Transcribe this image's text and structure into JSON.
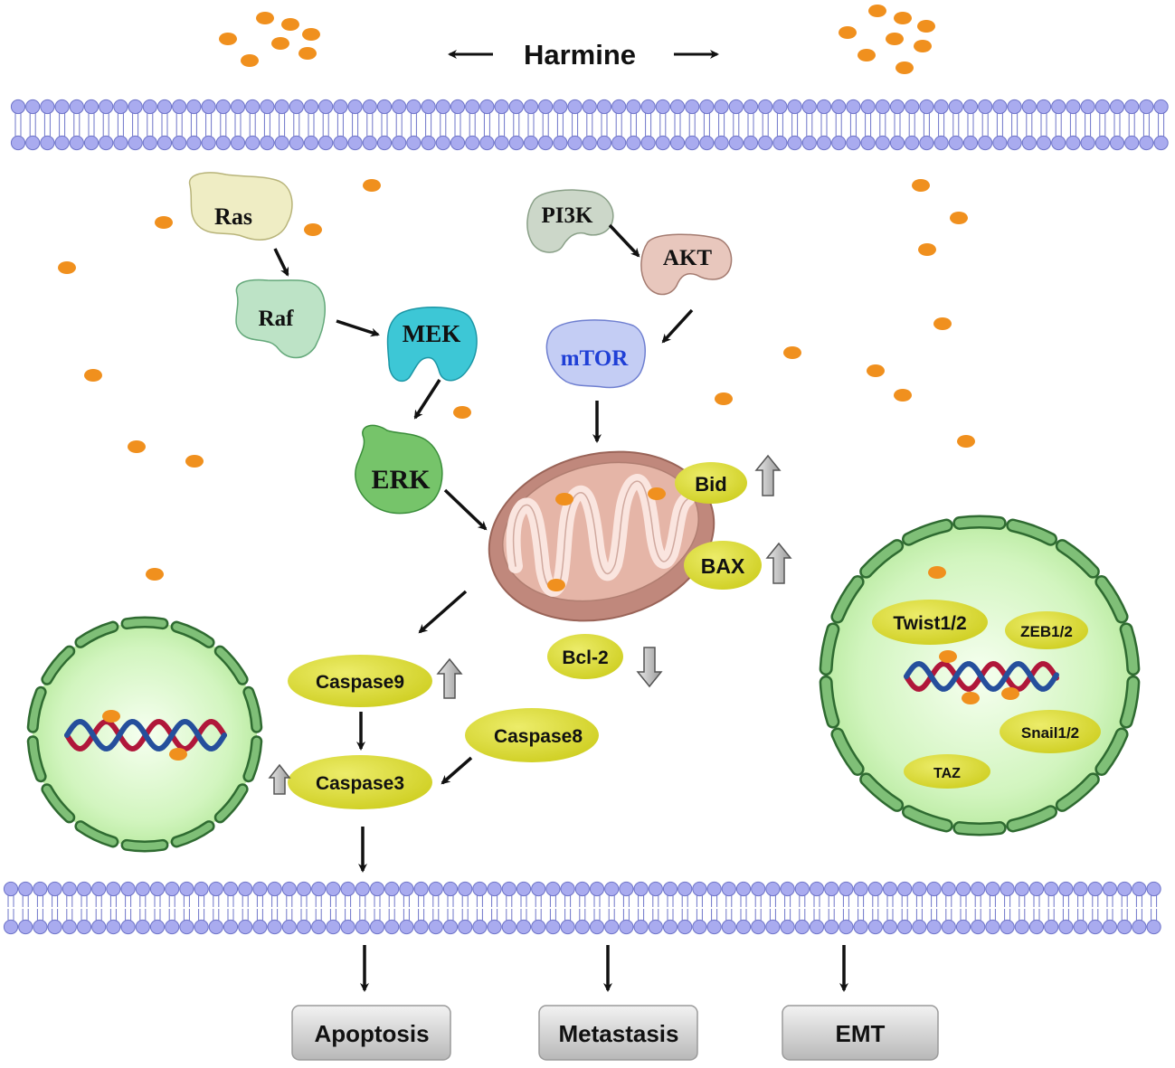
{
  "title": "Harmine",
  "colors": {
    "drug": "#f0901e",
    "membrane": "#a9abef",
    "membrane_stroke": "#6e74c8",
    "yellow_protein": "#d7d62e",
    "outcome_box": "#d5d5d5",
    "arrow": "#111111",
    "mito_outer": "#bd8377",
    "mito_inner": "#e3b4a6",
    "nucleus_fill": "#d9f7c8",
    "nucleus_edge": "#3c7a3c",
    "dna_red": "#b0173a",
    "dna_blue": "#254f9c"
  },
  "proteins": {
    "ras": "Ras",
    "raf": "Raf",
    "mek": "MEK",
    "erk": "ERK",
    "pi3k": "PI3K",
    "akt": "AKT",
    "mtor": "mTOR"
  },
  "mito_factors": {
    "bid": "Bid",
    "bax": "BAX",
    "bcl2": "Bcl-2"
  },
  "caspases": {
    "caspase9": "Caspase9",
    "caspase8": "Caspase8",
    "caspase3": "Caspase3"
  },
  "emt_factors": {
    "twist": "Twist1/2",
    "zeb": "ZEB1/2",
    "snail": "Snail1/2",
    "taz": "TAZ"
  },
  "outcomes": {
    "apoptosis": "Apoptosis",
    "metastasis": "Metastasis",
    "emt": "EMT"
  },
  "regulation": {
    "bid": "up",
    "bax": "up",
    "bcl2": "down",
    "caspase9": "up",
    "nucleus_left": "up"
  }
}
